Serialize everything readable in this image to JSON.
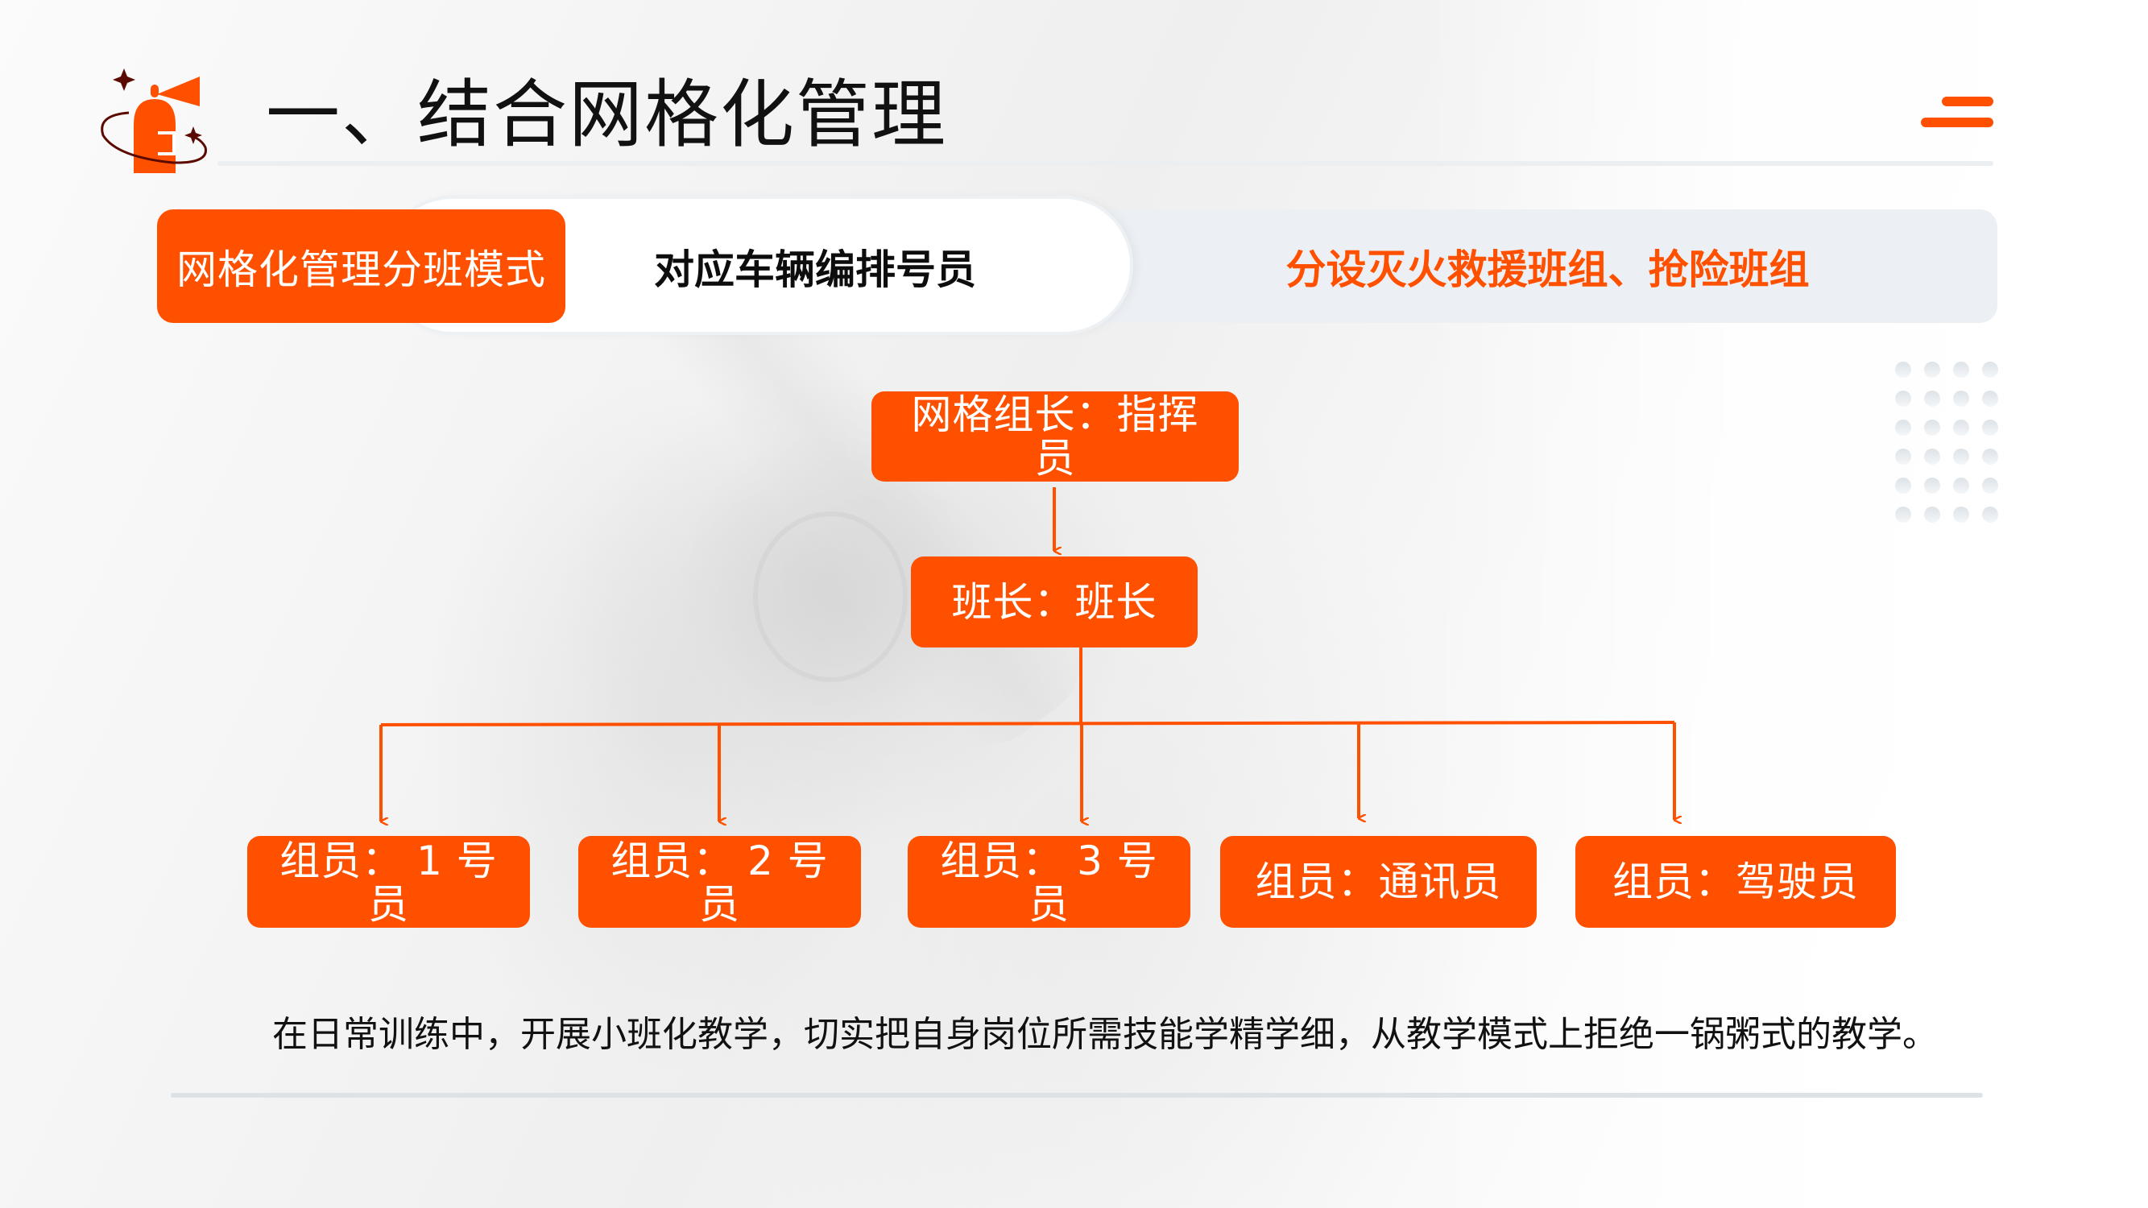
{
  "header": {
    "title": "一、结合网格化管理",
    "logo_icon": "fire-extinguisher-icon",
    "menu_icon": "menu-lines-icon"
  },
  "tabs": [
    {
      "label": "网格化管理分班模式",
      "state": "active"
    },
    {
      "label": "对应车辆编排号员",
      "state": "normal"
    },
    {
      "label": "分设灭火救援班组、抢险班组",
      "state": "highlight"
    }
  ],
  "org_chart": {
    "top": {
      "label": "网格组长：指挥员"
    },
    "middle": {
      "label": "班长：班长"
    },
    "members": [
      {
        "label": "组员： 1 号员"
      },
      {
        "label": "组员： 2 号员"
      },
      {
        "label": "组员： 3 号员"
      },
      {
        "label": "组员：通讯员"
      },
      {
        "label": "组员：驾驶员"
      }
    ]
  },
  "caption": "在日常训练中，开展小班化教学，切实把自身岗位所需技能学精学细，从教学模式上拒绝一锅粥式的教学。",
  "colors": {
    "accent": "#ff5000",
    "title_text": "#111111",
    "tab_bar_bg": "#eceff3",
    "logo_dark": "#5a0a00"
  },
  "decor": {
    "dot_grid": {
      "columns": 4,
      "rows": 6
    }
  }
}
